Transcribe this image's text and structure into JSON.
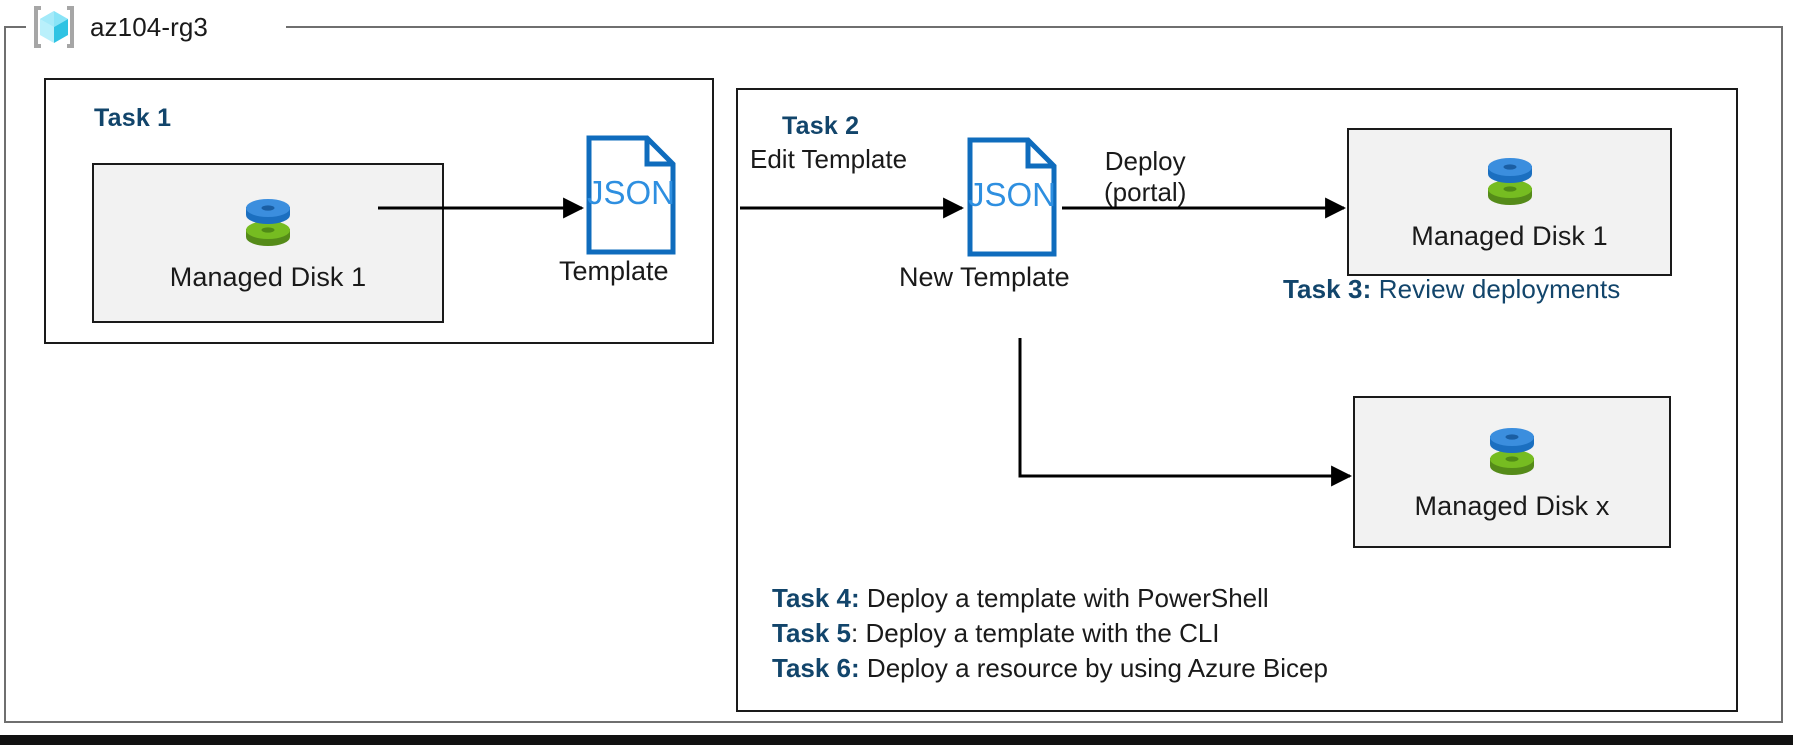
{
  "diagram": {
    "title": "az104-rg3",
    "resource_group_icon": "azure-resource-group-icon",
    "accent_color": "#12456b",
    "document_color": "#0f6cbd",
    "tile_fill": "#f2f2f2",
    "disk_top_color": "#3b8ede",
    "disk_bottom_color": "#6fae28"
  },
  "task1": {
    "heading": "Task 1",
    "disk": {
      "label": "Managed Disk 1",
      "icon": "managed-disk-icon"
    },
    "template": {
      "doc_text": "JSON",
      "caption": "Template",
      "icon": "json-file-icon"
    }
  },
  "task2": {
    "heading": "Task 2",
    "edge_edit": "Edit Template",
    "template": {
      "doc_text": "JSON",
      "caption": "New Template",
      "icon": "json-file-icon"
    },
    "edge_deploy_line1": "Deploy",
    "edge_deploy_line2": "(portal)",
    "disk_deployed": {
      "label": "Managed Disk 1",
      "icon": "managed-disk-icon"
    },
    "disk_scaled": {
      "label": "Managed Disk x",
      "icon": "managed-disk-icon"
    }
  },
  "task3": {
    "key": "Task 3:",
    "value": "Review deployments"
  },
  "task_list": [
    {
      "key": "Task 4:",
      "value": "Deploy a template with PowerShell"
    },
    {
      "key": "Task 5",
      "value": ": Deploy a template with the CLI"
    },
    {
      "key": "Task 6:",
      "value": "Deploy a resource by using Azure Bicep"
    }
  ]
}
